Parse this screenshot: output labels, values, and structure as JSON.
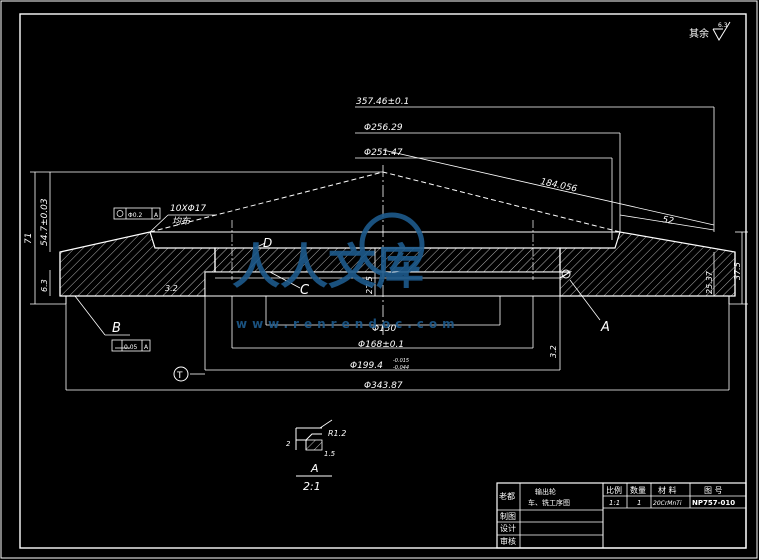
{
  "surface_finish_note": {
    "label": "其余",
    "value": "6.3"
  },
  "dimensions": {
    "top_width": "357.46±0.1",
    "dia_256": "Φ256.29",
    "dia_251": "Φ251.47",
    "slant_length": "184.056",
    "slant_52": "52",
    "height_71": "71",
    "height_54": "54.7±0.03",
    "height_6": "6.3",
    "height_27": "27.5",
    "height_25": "25.37",
    "height_37": "37.5",
    "roughness_32_left": "3.2",
    "roughness_32_right": "3.2",
    "dia_130": "Φ130",
    "dia_168": "Φ168±0.1",
    "dia_199": "Φ199.4",
    "dia_199_tol_upper": "-0.015",
    "dia_199_tol_lower": "-0.044",
    "dia_343": "Φ343.87"
  },
  "annotations": {
    "holes_line1": "10XΦ17",
    "holes_line2": "均布",
    "position_tol_value": "Φ0.2",
    "position_tol_datum": "A",
    "flatness_value": "0.05",
    "flatness_datum": "A",
    "datum_circle": "T",
    "label_A": "A",
    "label_B": "B",
    "label_C": "C",
    "label_D": "D"
  },
  "detail": {
    "radius": "R1.2",
    "dim_2": "2",
    "dim_15": "1.5",
    "label": "A",
    "scale": "2:1"
  },
  "watermark": {
    "text": "人人文库",
    "url": "www.renrendoc.com"
  },
  "title_block": {
    "name_line1": "输出轮",
    "name_line2": "车、铣工序图",
    "designer_label": "老都",
    "draw_label": "制图",
    "design_label": "设计",
    "check_label": "审核",
    "scale_header": "比例",
    "qty_header": "数量",
    "material_header": "材 料",
    "drawing_no_header": "图 号",
    "scale_value": "1:1",
    "qty_value": "1",
    "material_value": "20CrMnTi",
    "drawing_no_value": "NP757-010"
  }
}
